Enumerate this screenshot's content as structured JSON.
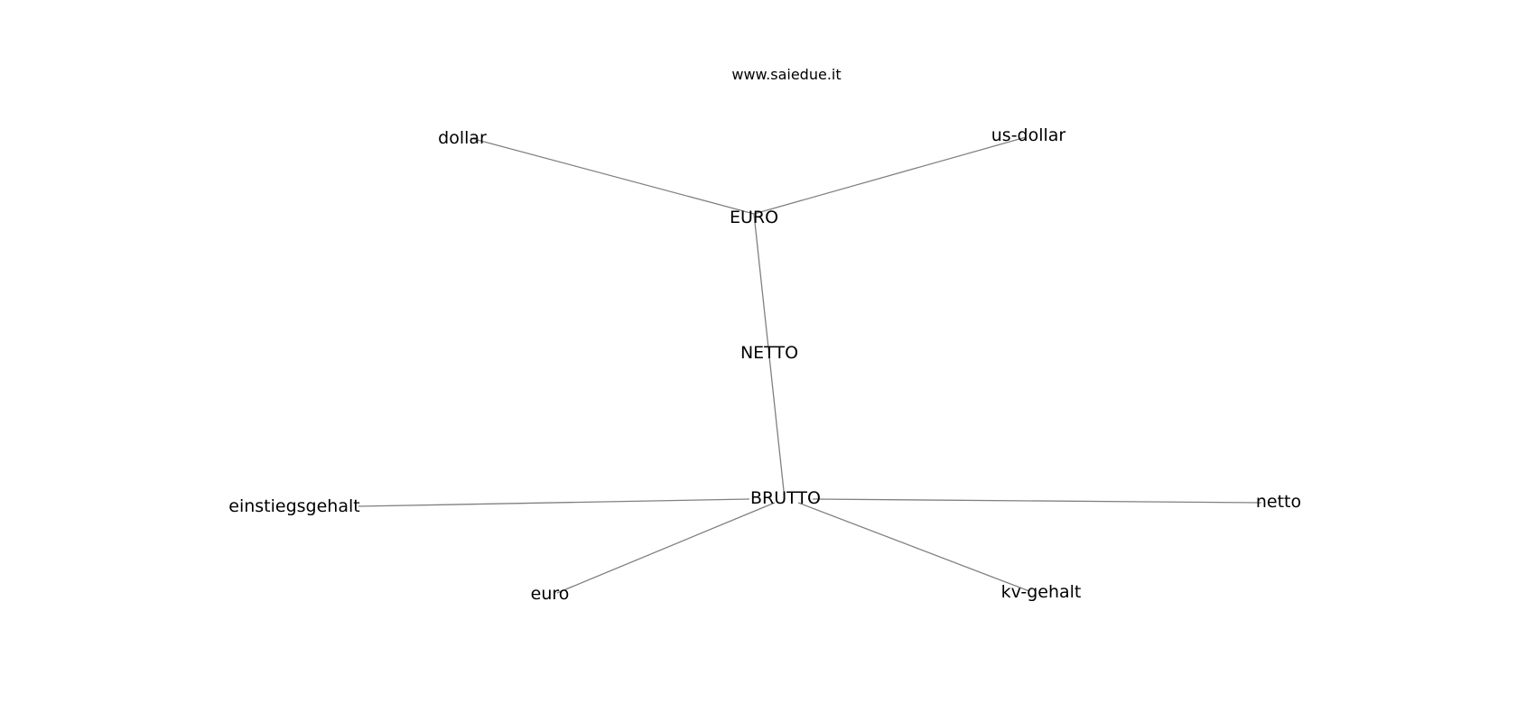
{
  "diagram": {
    "type": "network-graph",
    "site": "www.saiedue.it",
    "colors": {
      "edge": "#808080",
      "text": "#000000",
      "background": "#ffffff"
    },
    "nodes": [
      {
        "id": "dollar",
        "label": "dollar"
      },
      {
        "id": "us-dollar",
        "label": "us-dollar"
      },
      {
        "id": "EURO",
        "label": "EURO"
      },
      {
        "id": "NETTO",
        "label": "NETTO"
      },
      {
        "id": "BRUTTO",
        "label": "BRUTTO"
      },
      {
        "id": "einstiegsgehalt",
        "label": "einstiegsgehalt"
      },
      {
        "id": "netto",
        "label": "netto"
      },
      {
        "id": "euro",
        "label": "euro"
      },
      {
        "id": "kv-gehalt",
        "label": "kv-gehalt"
      }
    ],
    "edges": [
      {
        "source": "EURO",
        "target": "dollar"
      },
      {
        "source": "EURO",
        "target": "us-dollar"
      },
      {
        "source": "EURO",
        "target": "BRUTTO"
      },
      {
        "source": "BRUTTO",
        "target": "einstiegsgehalt"
      },
      {
        "source": "BRUTTO",
        "target": "netto"
      },
      {
        "source": "BRUTTO",
        "target": "euro"
      },
      {
        "source": "BRUTTO",
        "target": "kv-gehalt"
      }
    ]
  }
}
